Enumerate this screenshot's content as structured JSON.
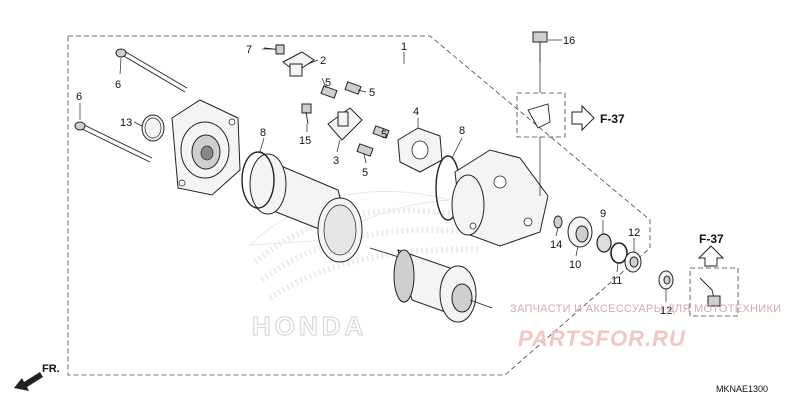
{
  "callouts": {
    "c1": "1",
    "c2": "2",
    "c3": "3",
    "c4": "4",
    "c5a": "5",
    "c5b": "5",
    "c5c": "5",
    "c5d": "5",
    "c6a": "6",
    "c6b": "6",
    "c7": "7",
    "c8a": "8",
    "c8b": "8",
    "c9": "9",
    "c10": "10",
    "c11": "11",
    "c12a": "12",
    "c12b": "12",
    "c13": "13",
    "c14": "14",
    "c15": "15",
    "c16": "16"
  },
  "references": {
    "ref_top": "F-37",
    "ref_bottom": "F-37"
  },
  "direction_label": "FR.",
  "watermark": {
    "brand": "HONDA",
    "shop_text": "ЗАПЧАСТИ И АКСЕССУАРЫ ДЛЯ МОТОТЕХНИКИ",
    "shop_logo": "PARTSFOR.RU"
  },
  "diagram_code": "MKNAE1300"
}
